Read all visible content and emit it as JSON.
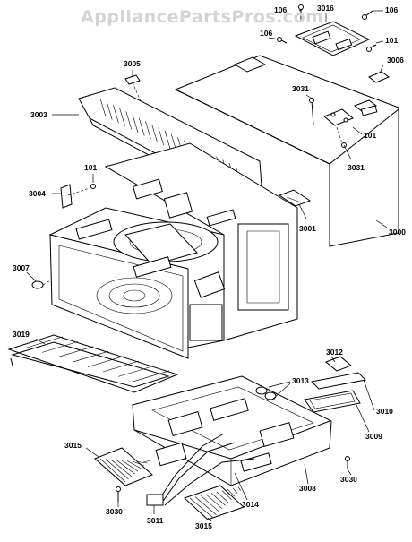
{
  "watermark": "AppliancePartsPros.com",
  "part_labels": {
    "p106a": "106",
    "p3016": "3016",
    "p106b": "106",
    "p106c": "106",
    "p101a": "101",
    "p3006": "3006",
    "p3005": "3005",
    "p3003": "3003",
    "p3031a": "3031",
    "p101b": "101",
    "p3031b": "3031",
    "p101c": "101",
    "p3004": "3004",
    "p3001": "3001",
    "p3000": "3000",
    "p3007": "3007",
    "p3019": "3019",
    "p3012": "3012",
    "p3013": "3013",
    "p3010": "3010",
    "p3009": "3009",
    "p3015a": "3015",
    "p3008": "3008",
    "p3030a": "3030",
    "p3014": "3014",
    "p3030b": "3030",
    "p3011": "3011",
    "p3015b": "3015"
  }
}
